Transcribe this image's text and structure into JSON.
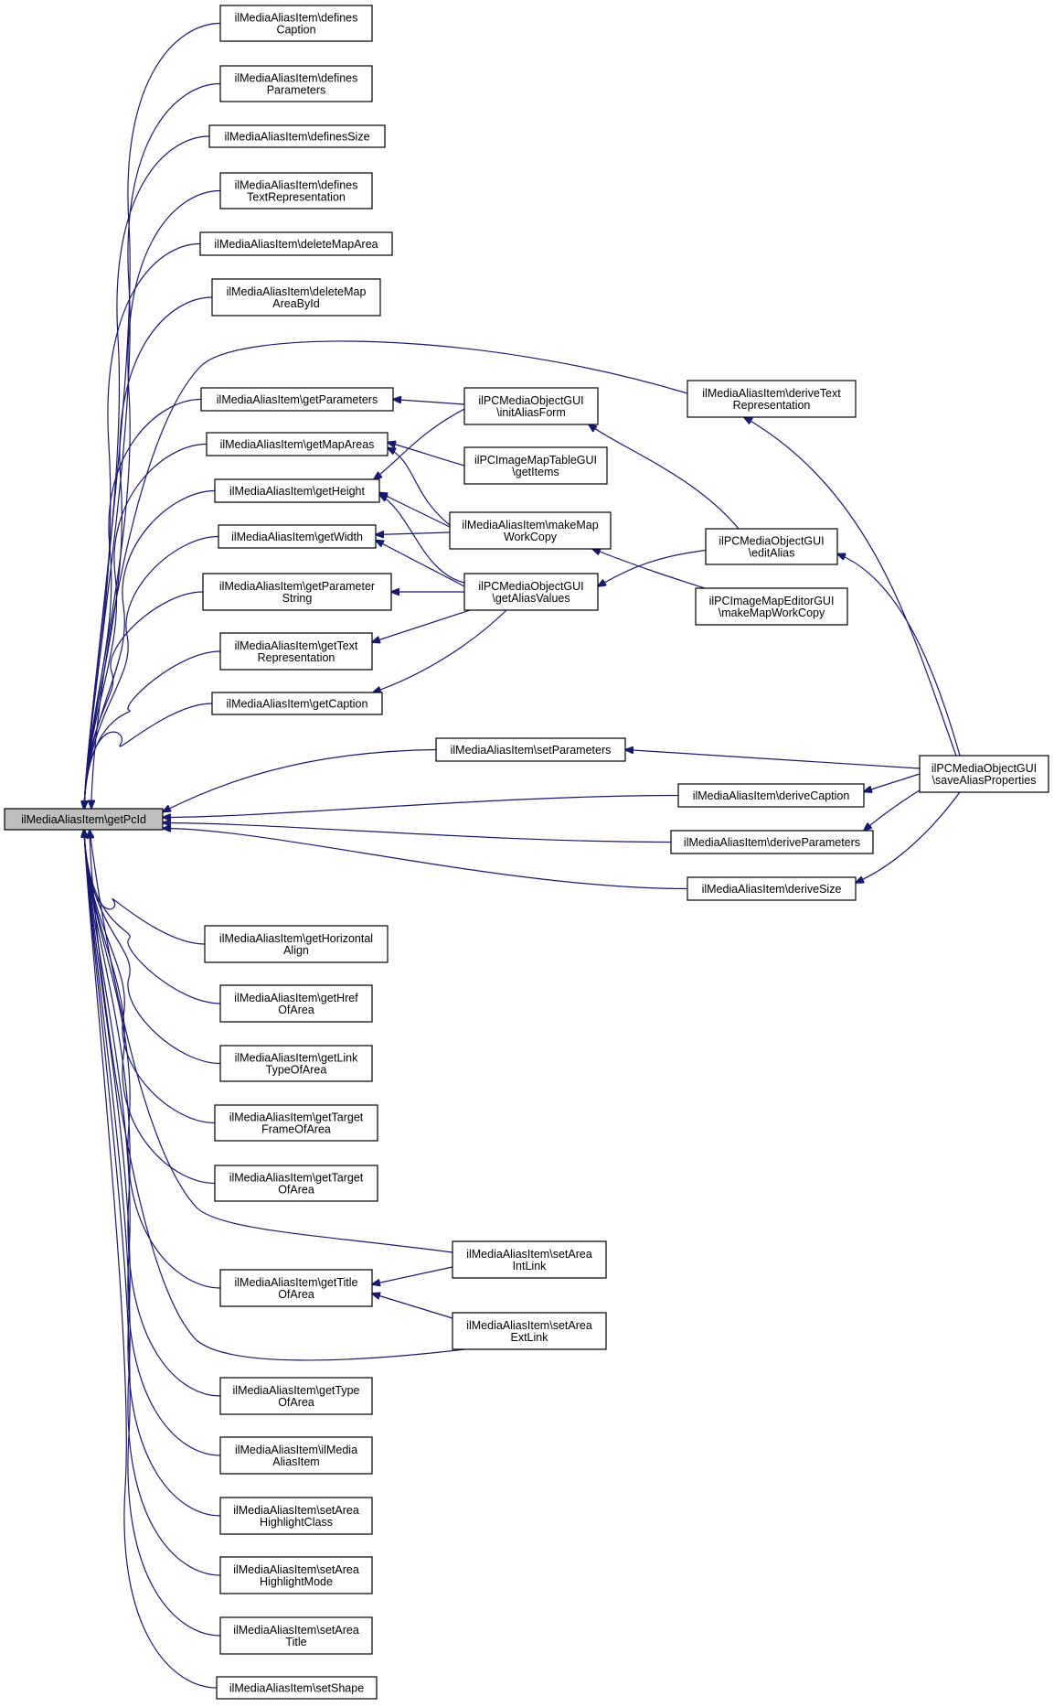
{
  "nodes": [
    {
      "id": "getPcId",
      "lines": [
        "ilMediaAliasItem\\getPcId"
      ],
      "root": true
    },
    {
      "id": "definesCaption",
      "lines": [
        "ilMediaAliasItem\\defines",
        "Caption"
      ]
    },
    {
      "id": "definesParameters",
      "lines": [
        "ilMediaAliasItem\\defines",
        "Parameters"
      ]
    },
    {
      "id": "definesSize",
      "lines": [
        "ilMediaAliasItem\\definesSize"
      ]
    },
    {
      "id": "definesTextRepresentation",
      "lines": [
        "ilMediaAliasItem\\defines",
        "TextRepresentation"
      ]
    },
    {
      "id": "deleteMapArea",
      "lines": [
        "ilMediaAliasItem\\deleteMapArea"
      ]
    },
    {
      "id": "deleteMapAreaById",
      "lines": [
        "ilMediaAliasItem\\deleteMap",
        "AreaById"
      ]
    },
    {
      "id": "getParameters",
      "lines": [
        "ilMediaAliasItem\\getParameters"
      ]
    },
    {
      "id": "getMapAreas",
      "lines": [
        "ilMediaAliasItem\\getMapAreas"
      ]
    },
    {
      "id": "getHeight",
      "lines": [
        "ilMediaAliasItem\\getHeight"
      ]
    },
    {
      "id": "getWidth",
      "lines": [
        "ilMediaAliasItem\\getWidth"
      ]
    },
    {
      "id": "getParameterString",
      "lines": [
        "ilMediaAliasItem\\getParameter",
        "String"
      ]
    },
    {
      "id": "getTextRepresentation",
      "lines": [
        "ilMediaAliasItem\\getText",
        "Representation"
      ]
    },
    {
      "id": "getCaption",
      "lines": [
        "ilMediaAliasItem\\getCaption"
      ]
    },
    {
      "id": "initAliasForm",
      "lines": [
        "ilPCMediaObjectGUI",
        "\\initAliasForm"
      ]
    },
    {
      "id": "getItems",
      "lines": [
        "ilPCImageMapTableGUI",
        "\\getItems"
      ]
    },
    {
      "id": "makeMapWorkCopy",
      "lines": [
        "ilMediaAliasItem\\makeMap",
        "WorkCopy"
      ]
    },
    {
      "id": "getAliasValues",
      "lines": [
        "ilPCMediaObjectGUI",
        "\\getAliasValues"
      ]
    },
    {
      "id": "deriveTextRepresentation",
      "lines": [
        "ilMediaAliasItem\\deriveText",
        "Representation"
      ]
    },
    {
      "id": "editAlias",
      "lines": [
        "ilPCMediaObjectGUI",
        "\\editAlias"
      ]
    },
    {
      "id": "editorMakeMapWorkCopy",
      "lines": [
        "ilPCImageMapEditorGUI",
        "\\makeMapWorkCopy"
      ]
    },
    {
      "id": "setParameters",
      "lines": [
        "ilMediaAliasItem\\setParameters"
      ]
    },
    {
      "id": "deriveCaption",
      "lines": [
        "ilMediaAliasItem\\deriveCaption"
      ]
    },
    {
      "id": "deriveParameters",
      "lines": [
        "ilMediaAliasItem\\deriveParameters"
      ]
    },
    {
      "id": "deriveSize",
      "lines": [
        "ilMediaAliasItem\\deriveSize"
      ]
    },
    {
      "id": "saveAliasProperties",
      "lines": [
        "ilPCMediaObjectGUI",
        "\\saveAliasProperties"
      ]
    },
    {
      "id": "getHorizontalAlign",
      "lines": [
        "ilMediaAliasItem\\getHorizontal",
        "Align"
      ]
    },
    {
      "id": "getHrefOfArea",
      "lines": [
        "ilMediaAliasItem\\getHref",
        "OfArea"
      ]
    },
    {
      "id": "getLinkTypeOfArea",
      "lines": [
        "ilMediaAliasItem\\getLink",
        "TypeOfArea"
      ]
    },
    {
      "id": "getTargetFrameOfArea",
      "lines": [
        "ilMediaAliasItem\\getTarget",
        "FrameOfArea"
      ]
    },
    {
      "id": "getTargetOfArea",
      "lines": [
        "ilMediaAliasItem\\getTarget",
        "OfArea"
      ]
    },
    {
      "id": "getTitleOfArea",
      "lines": [
        "ilMediaAliasItem\\getTitle",
        "OfArea"
      ]
    },
    {
      "id": "setAreaIntLink",
      "lines": [
        "ilMediaAliasItem\\setArea",
        "IntLink"
      ]
    },
    {
      "id": "setAreaExtLink",
      "lines": [
        "ilMediaAliasItem\\setArea",
        "ExtLink"
      ]
    },
    {
      "id": "getTypeOfArea",
      "lines": [
        "ilMediaAliasItem\\getType",
        "OfArea"
      ]
    },
    {
      "id": "ilMediaAliasItem",
      "lines": [
        "ilMediaAliasItem\\ilMedia",
        "AliasItem"
      ]
    },
    {
      "id": "setAreaHighlightClass",
      "lines": [
        "ilMediaAliasItem\\setArea",
        "HighlightClass"
      ]
    },
    {
      "id": "setAreaHighlightMode",
      "lines": [
        "ilMediaAliasItem\\setArea",
        "HighlightMode"
      ]
    },
    {
      "id": "setAreaTitle",
      "lines": [
        "ilMediaAliasItem\\setArea",
        "Title"
      ]
    },
    {
      "id": "setShape",
      "lines": [
        "ilMediaAliasItem\\setShape"
      ]
    }
  ],
  "edges": [
    {
      "from": "definesCaption",
      "to": "getPcId"
    },
    {
      "from": "definesParameters",
      "to": "getPcId"
    },
    {
      "from": "definesSize",
      "to": "getPcId"
    },
    {
      "from": "definesTextRepresentation",
      "to": "getPcId"
    },
    {
      "from": "deleteMapArea",
      "to": "getPcId"
    },
    {
      "from": "deleteMapAreaById",
      "to": "getPcId"
    },
    {
      "from": "deriveTextRepresentation",
      "to": "getPcId"
    },
    {
      "from": "getParameters",
      "to": "getPcId"
    },
    {
      "from": "getMapAreas",
      "to": "getPcId"
    },
    {
      "from": "getHeight",
      "to": "getPcId"
    },
    {
      "from": "getWidth",
      "to": "getPcId"
    },
    {
      "from": "getParameterString",
      "to": "getPcId"
    },
    {
      "from": "getTextRepresentation",
      "to": "getPcId"
    },
    {
      "from": "getCaption",
      "to": "getPcId"
    },
    {
      "from": "setParameters",
      "to": "getPcId"
    },
    {
      "from": "deriveCaption",
      "to": "getPcId"
    },
    {
      "from": "deriveParameters",
      "to": "getPcId"
    },
    {
      "from": "deriveSize",
      "to": "getPcId"
    },
    {
      "from": "getHorizontalAlign",
      "to": "getPcId"
    },
    {
      "from": "getHrefOfArea",
      "to": "getPcId"
    },
    {
      "from": "getLinkTypeOfArea",
      "to": "getPcId"
    },
    {
      "from": "getTargetFrameOfArea",
      "to": "getPcId"
    },
    {
      "from": "getTargetOfArea",
      "to": "getPcId"
    },
    {
      "from": "setAreaIntLink",
      "to": "getPcId"
    },
    {
      "from": "getTitleOfArea",
      "to": "getPcId"
    },
    {
      "from": "setAreaExtLink",
      "to": "getPcId"
    },
    {
      "from": "getTypeOfArea",
      "to": "getPcId"
    },
    {
      "from": "ilMediaAliasItem",
      "to": "getPcId"
    },
    {
      "from": "setAreaHighlightClass",
      "to": "getPcId"
    },
    {
      "from": "setAreaHighlightMode",
      "to": "getPcId"
    },
    {
      "from": "setAreaTitle",
      "to": "getPcId"
    },
    {
      "from": "setShape",
      "to": "getPcId"
    },
    {
      "from": "initAliasForm",
      "to": "getParameters"
    },
    {
      "from": "initAliasForm",
      "to": "getHeight"
    },
    {
      "from": "getItems",
      "to": "getMapAreas"
    },
    {
      "from": "makeMapWorkCopy",
      "to": "getMapAreas"
    },
    {
      "from": "makeMapWorkCopy",
      "to": "getHeight"
    },
    {
      "from": "makeMapWorkCopy",
      "to": "getWidth"
    },
    {
      "from": "getAliasValues",
      "to": "getHeight"
    },
    {
      "from": "getAliasValues",
      "to": "getWidth"
    },
    {
      "from": "getAliasValues",
      "to": "getParameterString"
    },
    {
      "from": "getAliasValues",
      "to": "getTextRepresentation"
    },
    {
      "from": "getAliasValues",
      "to": "getCaption"
    },
    {
      "from": "editAlias",
      "to": "initAliasForm"
    },
    {
      "from": "editAlias",
      "to": "getAliasValues"
    },
    {
      "from": "editorMakeMapWorkCopy",
      "to": "makeMapWorkCopy"
    },
    {
      "from": "saveAliasProperties",
      "to": "deriveTextRepresentation"
    },
    {
      "from": "saveAliasProperties",
      "to": "editAlias"
    },
    {
      "from": "saveAliasProperties",
      "to": "setParameters"
    },
    {
      "from": "saveAliasProperties",
      "to": "deriveCaption"
    },
    {
      "from": "saveAliasProperties",
      "to": "deriveParameters"
    },
    {
      "from": "saveAliasProperties",
      "to": "deriveSize"
    },
    {
      "from": "setAreaIntLink",
      "to": "getTitleOfArea"
    },
    {
      "from": "setAreaExtLink",
      "to": "getTitleOfArea"
    }
  ]
}
